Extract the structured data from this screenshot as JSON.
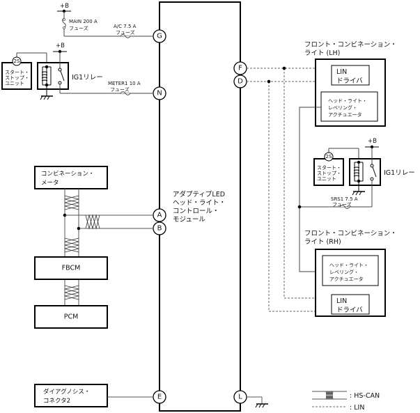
{
  "module": {
    "label_lines": [
      "アダプティブLED",
      "ヘッド・ライト・",
      "コントロール・",
      "モジュール"
    ],
    "pins": [
      "G",
      "N",
      "F",
      "D",
      "A",
      "B",
      "E",
      "L"
    ]
  },
  "power": {
    "plus_b": "+B",
    "main_fuse": [
      "MAIN 200 A",
      "フューズ"
    ],
    "ac_fuse": [
      "A/C 7.5 A",
      "フューズ"
    ],
    "meter_fuse": [
      "METER1 10 A",
      "フューズ"
    ],
    "srs_fuse": [
      "SRS1 7.5 A",
      "フューズ"
    ]
  },
  "start_stop_unit": {
    "badge": "2S",
    "label_lines": [
      "スタート・",
      "ストップ・",
      "ユニット"
    ]
  },
  "relay_label": "IG1リレー",
  "front_lh": {
    "title_lines": [
      "フロント・コンビネーション・",
      "ライト (LH)"
    ],
    "lin_driver": [
      "LIN",
      "ドライバ"
    ],
    "actuator": [
      "ヘッド・ライト・",
      "レベリング・",
      "アクチュエータ"
    ]
  },
  "front_rh": {
    "title_lines": [
      "フロント・コンビネーション・",
      "ライト (RH)"
    ],
    "lin_driver": [
      "LIN",
      "ドライバ"
    ],
    "actuator": [
      "ヘッド・ライト・",
      "レベリング・",
      "アクチュエータ"
    ]
  },
  "combination_meter": [
    "コンビネーション・",
    "メータ"
  ],
  "fbcm": "FBCM",
  "pcm": "PCM",
  "dlc": [
    "ダイアグノシス・",
    "コネクタ2"
  ],
  "legend": {
    "hs_can": ": HS-CAN",
    "lin": ": LIN"
  }
}
